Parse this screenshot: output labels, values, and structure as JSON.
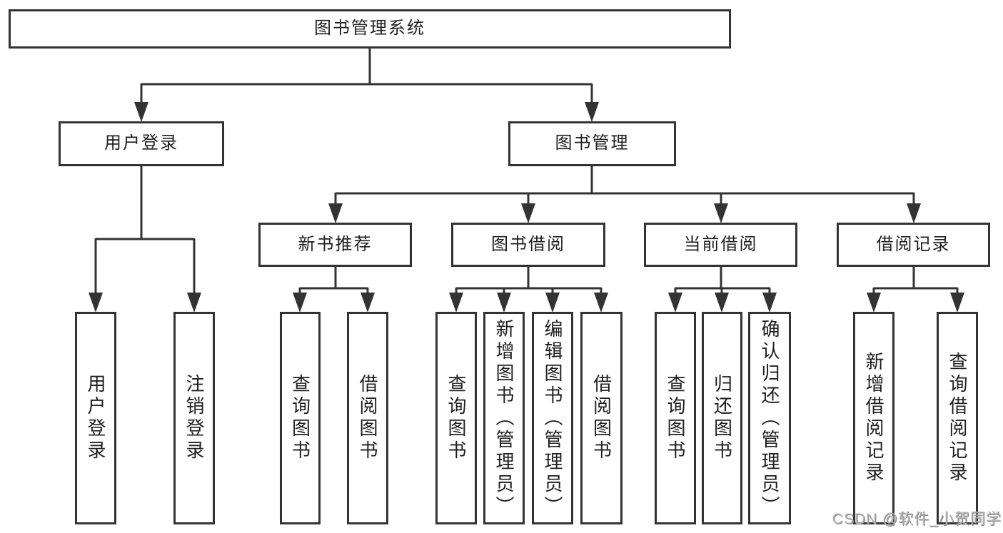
{
  "diagram": {
    "title": "图书管理系统",
    "branches": [
      {
        "label": "用户登录",
        "children": [
          {
            "label": "用户登录"
          },
          {
            "label": "注销登录"
          }
        ]
      },
      {
        "label": "图书管理",
        "children": [
          {
            "label": "新书推荐",
            "children": [
              {
                "label": "查询图书"
              },
              {
                "label": "借阅图书"
              }
            ]
          },
          {
            "label": "图书借阅",
            "children": [
              {
                "label": "查询图书"
              },
              {
                "label": "新增图书（管理员）"
              },
              {
                "label": "编辑图书（管理员）"
              },
              {
                "label": "借阅图书"
              }
            ]
          },
          {
            "label": "当前借阅",
            "children": [
              {
                "label": "查询图书"
              },
              {
                "label": "归还图书"
              },
              {
                "label": "确认归还（管理员）"
              }
            ]
          },
          {
            "label": "借阅记录",
            "children": [
              {
                "label": "新增借阅记录"
              },
              {
                "label": "查询借阅记录"
              }
            ]
          }
        ]
      }
    ],
    "colors": {
      "line": "#333333",
      "box_border": "#333333",
      "box_fill": "#ffffff",
      "text": "#1f1f1f",
      "watermark": "#b3b3b3"
    }
  },
  "watermark": {
    "text": "CSDN @软件_小贺同学"
  }
}
